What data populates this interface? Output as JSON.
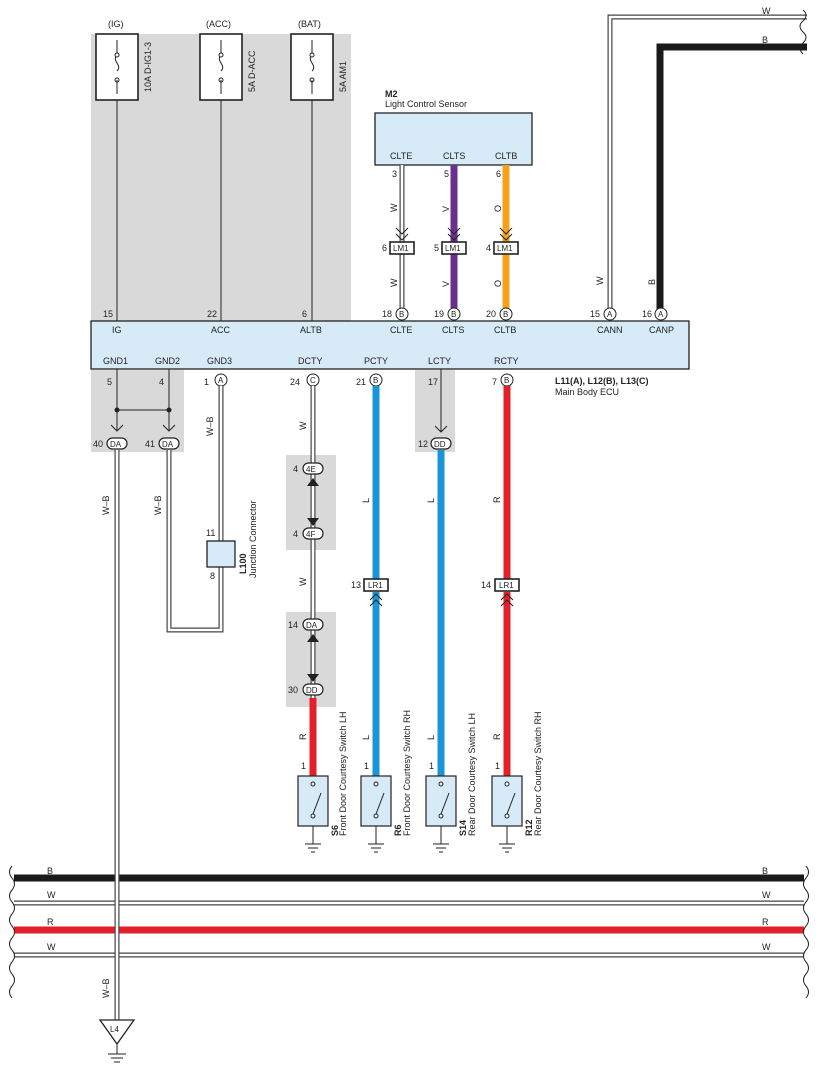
{
  "fuses": [
    {
      "source": "(IG)",
      "rating": "10A D-IG1-3"
    },
    {
      "source": "(ACC)",
      "rating": "5A D-ACC"
    },
    {
      "source": "(BAT)",
      "rating": "5A AM1"
    }
  ],
  "sensor": {
    "id": "M2",
    "name": "Light Control Sensor",
    "pins": [
      "CLTE",
      "CLTS",
      "CLTB"
    ],
    "pin_numbers": [
      "3",
      "5",
      "6"
    ]
  },
  "lm1": {
    "label": "LM1",
    "pins": [
      "6",
      "5",
      "4"
    ]
  },
  "ecu": {
    "id": "L11(A), L12(B), L13(C)",
    "name": "Main Body ECU",
    "top_pins": [
      {
        "num": "15",
        "name": "IG"
      },
      {
        "num": "22",
        "name": "ACC"
      },
      {
        "num": "6",
        "name": "ALTB"
      },
      {
        "num": "18",
        "conn": "B",
        "name": "CLTE"
      },
      {
        "num": "19",
        "conn": "B",
        "name": "CLTS"
      },
      {
        "num": "20",
        "conn": "B",
        "name": "CLTB"
      },
      {
        "num": "15",
        "conn": "A",
        "name": "CANN"
      },
      {
        "num": "16",
        "conn": "A",
        "name": "CANP"
      }
    ],
    "bottom_pins": [
      {
        "num": "5",
        "name": "GND1"
      },
      {
        "num": "4",
        "name": "GND2"
      },
      {
        "num": "1",
        "conn": "A",
        "name": "GND3"
      },
      {
        "num": "24",
        "conn": "C",
        "name": "DCTY"
      },
      {
        "num": "21",
        "conn": "B",
        "name": "PCTY"
      },
      {
        "num": "17",
        "name": "LCTY"
      },
      {
        "num": "7",
        "conn": "B",
        "name": "RCTY"
      }
    ]
  },
  "junction": {
    "id": "L100",
    "name": "Junction Connector",
    "pin_in": "11",
    "pin_out": "8"
  },
  "connectors": {
    "da40": {
      "pin": "40",
      "code": "DA"
    },
    "da41": {
      "pin": "41",
      "code": "DA"
    },
    "dd12": {
      "pin": "12",
      "code": "DD"
    },
    "e4": {
      "pin": "4",
      "code": "4E"
    },
    "f4": {
      "pin": "4",
      "code": "4F"
    },
    "da14": {
      "pin": "14",
      "code": "DA"
    },
    "dd30": {
      "pin": "30",
      "code": "DD"
    },
    "lr1a": {
      "pin": "13",
      "code": "LR1"
    },
    "lr1b": {
      "pin": "14",
      "code": "LR1"
    }
  },
  "switches": [
    {
      "id": "S6",
      "name": "Front Door Courtesy Switch LH",
      "pin": "1"
    },
    {
      "id": "R6",
      "name": "Front Door Courtesy Switch RH",
      "pin": "1"
    },
    {
      "id": "S14",
      "name": "Rear Door Courtesy Switch LH",
      "pin": "1"
    },
    {
      "id": "R12",
      "name": "Rear Door Courtesy Switch RH",
      "pin": "1"
    }
  ],
  "ground": {
    "id": "L4"
  },
  "wire_labels": {
    "W": "W",
    "V": "V",
    "O": "O",
    "B": "B",
    "L": "L",
    "R": "R",
    "WB": "W–B"
  },
  "colors": {
    "black": "#1a1a1a",
    "white_wire": "#444444",
    "red": "#e3202a",
    "blue": "#1896d8",
    "purple": "#6b2f8f",
    "orange": "#f5a11c",
    "ecu_fill": "#d6ebf7",
    "shade": "#d9d9d9"
  }
}
